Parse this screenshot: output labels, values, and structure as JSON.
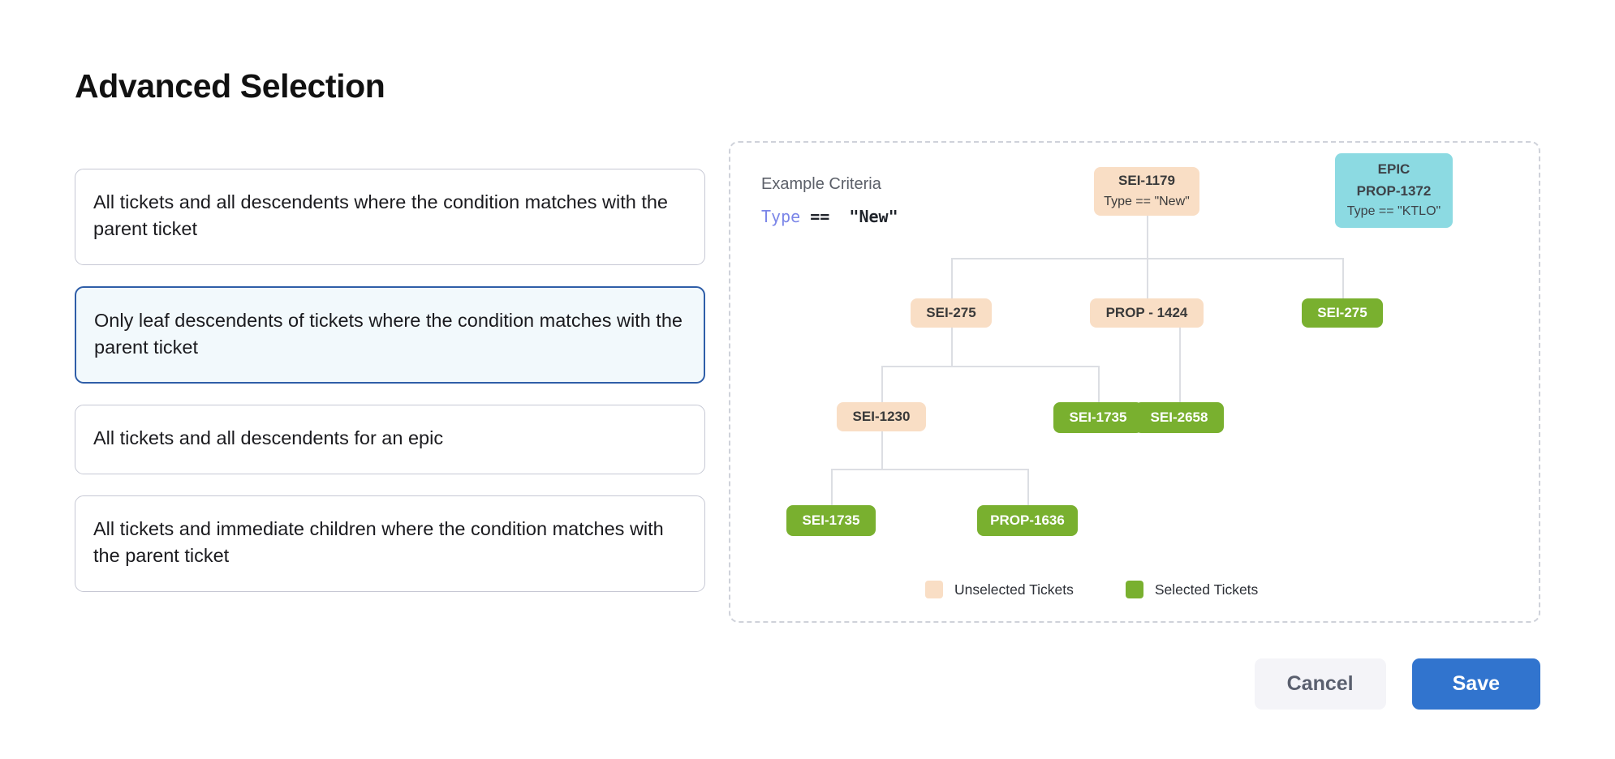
{
  "page": {
    "title": "Advanced Selection"
  },
  "options": [
    {
      "label": "All tickets and all descendents where the condition matches with the parent ticket",
      "selected": false
    },
    {
      "label": "Only leaf descendents of tickets where the condition matches with the parent ticket",
      "selected": true
    },
    {
      "label": "All tickets and all descendents for an epic",
      "selected": false
    },
    {
      "label": "All tickets and immediate children where the condition matches with the parent ticket",
      "selected": false
    }
  ],
  "diagram": {
    "criteria_title": "Example Criteria",
    "criteria_field": "Type",
    "criteria_operator": "==",
    "criteria_value": "\"New\"",
    "nodes": {
      "root": {
        "id": "SEI-1179",
        "sub": "Type == \"New\"",
        "state": "unselected"
      },
      "epic": {
        "kind": "EPIC",
        "id": "PROP-1372",
        "sub": "Type == \"KTLO\"",
        "state": "epic"
      },
      "sei275a": {
        "id": "SEI-275",
        "state": "unselected"
      },
      "prop1424": {
        "id": "PROP - 1424",
        "state": "unselected"
      },
      "sei275b": {
        "id": "SEI-275",
        "state": "selected"
      },
      "sei1230": {
        "id": "SEI-1230",
        "state": "unselected"
      },
      "sei1735a": {
        "id": "SEI-1735",
        "state": "selected"
      },
      "sei2658": {
        "id": "SEI-2658",
        "state": "selected"
      },
      "sei1735b": {
        "id": "SEI-1735",
        "state": "selected"
      },
      "prop1636": {
        "id": "PROP-1636",
        "state": "selected"
      }
    },
    "legend": [
      {
        "label": "Unselected Tickets",
        "color": "#f9dec5"
      },
      {
        "label": "Selected Tickets",
        "color": "#79b02f"
      }
    ]
  },
  "footer": {
    "cancel_label": "Cancel",
    "save_label": "Save"
  },
  "colors": {
    "accent_blue": "#3174ce",
    "selected_border": "#2f5ea8",
    "selected_bg": "#f2f9fc",
    "unselected_ticket": "#f9dec5",
    "selected_ticket": "#79b02f",
    "epic_ticket": "#8cdae2",
    "connector": "#dcdee3"
  }
}
